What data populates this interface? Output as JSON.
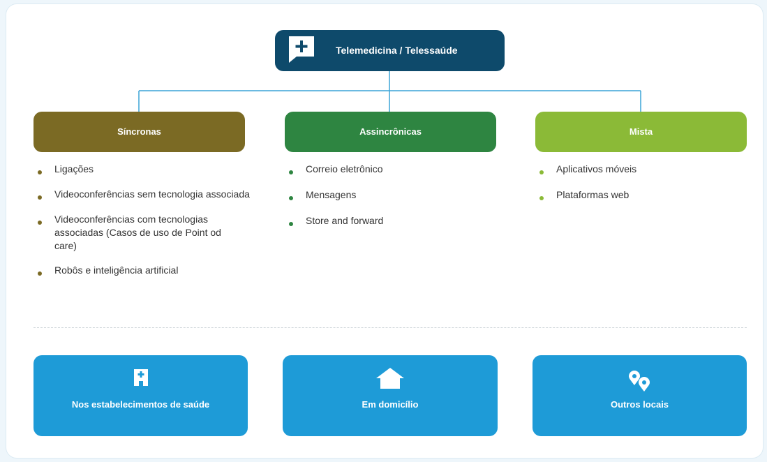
{
  "colors": {
    "root": "#0e4a6b",
    "connector": "#3aa4d7",
    "sincronas": "#7b6a24",
    "assincronicas": "#2e8541",
    "mista": "#8bba37",
    "location": "#1e9bd7"
  },
  "root": {
    "label": "Telemedicina / Telessaúde",
    "icon": "chat-plus-icon"
  },
  "categories": [
    {
      "label": "Síncronas",
      "items": [
        "Ligações",
        "Videoconferências sem tecnologia associada",
        "Videoconferências com tecnologias associadas (Casos de uso de Point od care)",
        "Robôs e inteligência artificial"
      ]
    },
    {
      "label": "Assincrônicas",
      "items": [
        "Correio eletrônico",
        "Mensagens",
        "Store and forward"
      ]
    },
    {
      "label": "Mista",
      "items": [
        "Aplicativos móveis",
        "Plataformas web"
      ]
    }
  ],
  "locations": [
    {
      "label": "Nos estabelecimentos de saúde",
      "icon": "hospital-icon"
    },
    {
      "label": "Em domicílio",
      "icon": "home-icon"
    },
    {
      "label": "Outros locais",
      "icon": "map-pins-icon"
    }
  ]
}
